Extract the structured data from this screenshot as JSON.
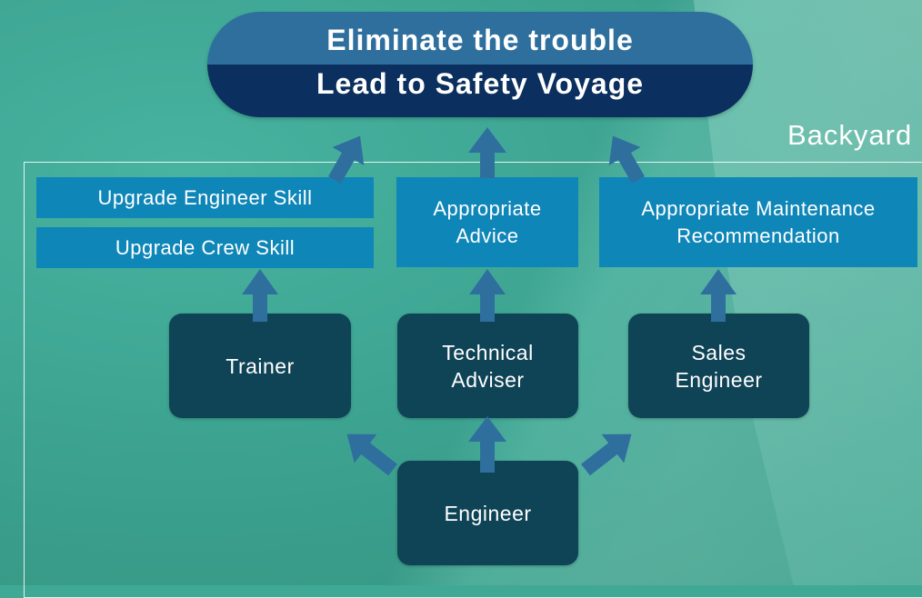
{
  "diagram": {
    "goal": {
      "line1": "Eliminate the trouble",
      "line2": "Lead to Safety Voyage"
    },
    "area_label": "Backyard",
    "outcomes": {
      "engineer_skill": "Upgrade Engineer Skill",
      "crew_skill": "Upgrade Crew Skill",
      "advice": "Appropriate Advice",
      "maintenance": "Appropriate Maintenance Recommendation"
    },
    "roles": {
      "trainer": "Trainer",
      "technical_adviser": "Technical Adviser",
      "sales_engineer": "Sales Engineer",
      "engineer": "Engineer"
    },
    "colors": {
      "arrow": "#2f6f9e",
      "outcome_box": "#0f86b8",
      "role_box": "#0f4356",
      "goal_top": "#2e6f9e",
      "goal_bottom": "#0b2f5e"
    }
  }
}
